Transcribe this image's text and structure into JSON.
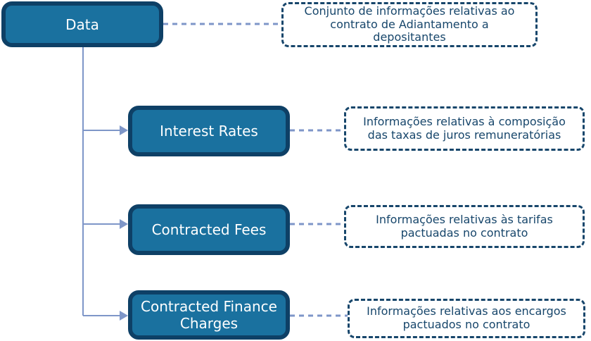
{
  "diagram": {
    "root": {
      "label": "Data",
      "note_lines": [
        "Conjunto de informações relativas ao",
        "contrato de Adiantamento a",
        "depositantes"
      ]
    },
    "children": [
      {
        "label": "Interest Rates",
        "note_lines": [
          "Informações relativas à composição",
          "das taxas de juros remuneratórias"
        ]
      },
      {
        "label": "Contracted Fees",
        "note_lines": [
          "Informações relativas às tarifas",
          "pactuadas no contrato"
        ]
      },
      {
        "label": "Contracted Finance Charges",
        "note_lines": [
          "Informações relativas aos encargos",
          "pactuados no contrato"
        ]
      }
    ],
    "colors": {
      "node_fill": "#1A719F",
      "node_border": "#0E4066",
      "node_text": "#FFFFFF",
      "note_ink": "#17466B",
      "connector": "#7E96C8",
      "background": "#FFFFFF"
    }
  }
}
